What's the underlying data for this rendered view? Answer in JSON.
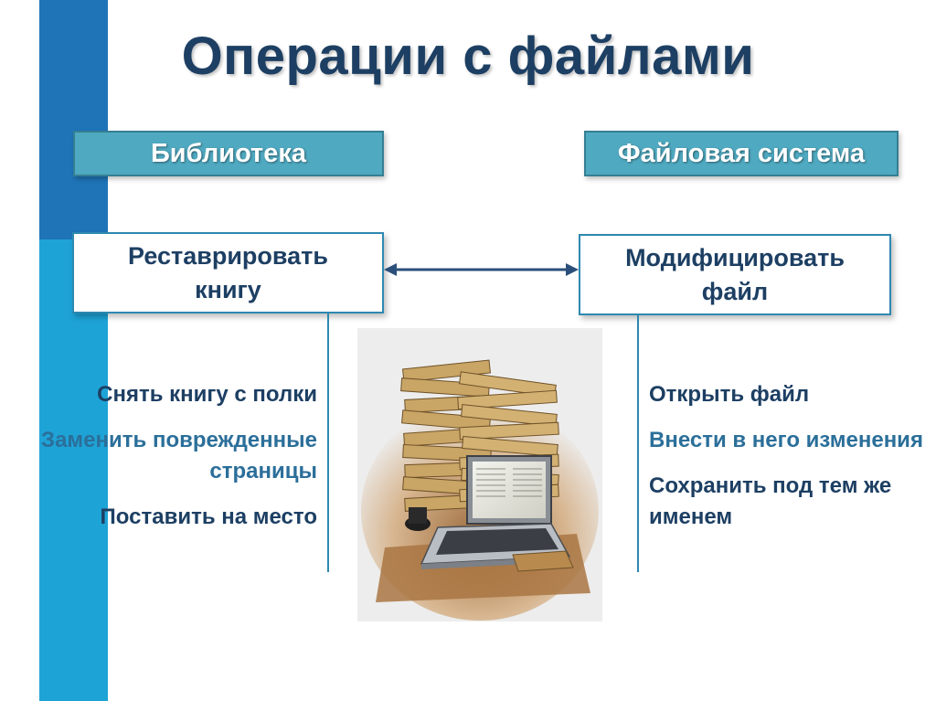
{
  "title": "Операции с файлами",
  "left": {
    "header": "Библиотека",
    "action": [
      "Реставрировать",
      "книгу"
    ],
    "steps": [
      "Снять книгу с полки",
      "Заменить поврежденные страницы",
      "Поставить на место"
    ]
  },
  "right": {
    "header": "Файловая система",
    "action": [
      "Модифицировать",
      "файл"
    ],
    "steps": [
      "Открыть файл",
      "Внести в него изменения",
      "Сохранить под тем же именем"
    ]
  },
  "colors": {
    "title": "#1d3f63",
    "header_bg": "#4fa9c0",
    "accent": "#2e88b0",
    "bar_dark": "#1f74b8",
    "bar_light": "#1ea3d6"
  }
}
